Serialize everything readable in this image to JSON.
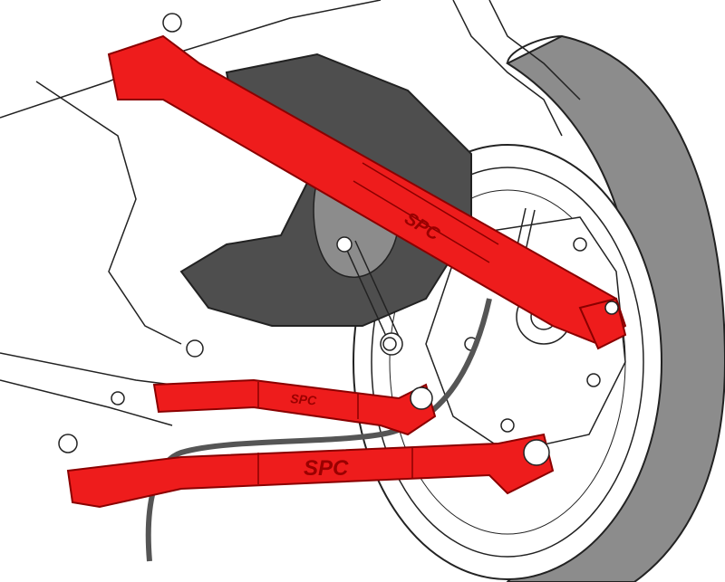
{
  "diagram": {
    "subject": "Rear suspension with adjustable control arms",
    "colors": {
      "highlight_red": "#ee1c1c",
      "red_outline": "#8a0000",
      "tire_gray": "#8c8c8c",
      "bushing_dark": "#5a5a5a",
      "line_black": "#222222",
      "background": "#ffffff"
    },
    "parts": [
      {
        "id": "upper-arm",
        "label_on_part": "SPC"
      },
      {
        "id": "middle-toe-arm",
        "label_on_part": "SPC"
      },
      {
        "id": "lower-arm",
        "label_on_part": "SPC"
      }
    ]
  }
}
